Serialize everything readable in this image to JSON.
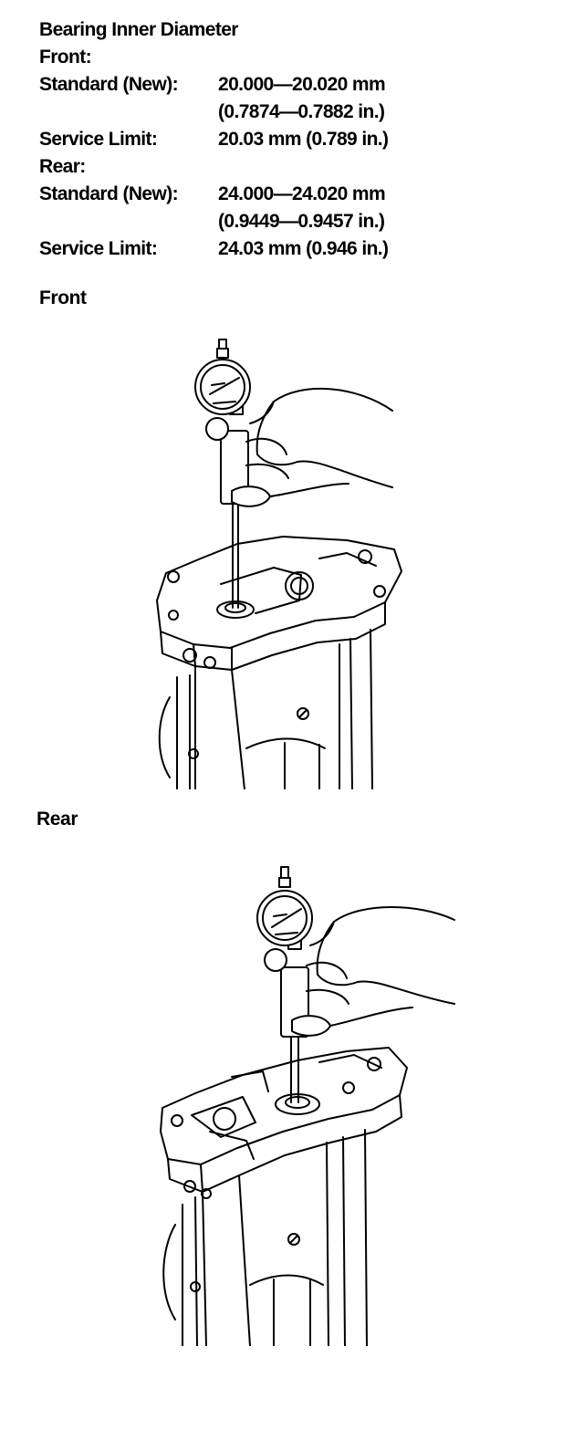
{
  "spec": {
    "title": "Bearing Inner Diameter",
    "front": {
      "heading": "Front:",
      "standard_label": "Standard (New):",
      "standard_value": "20.000—20.020 mm",
      "standard_value_in": "(0.7874—0.7882 in.)",
      "limit_label": "Service Limit:",
      "limit_value": "20.03 mm (0.789 in.)"
    },
    "rear": {
      "heading": "Rear:",
      "standard_label": "Standard (New):",
      "standard_value": "24.000—24.020 mm",
      "standard_value_in": "(0.9449—0.9457 in.)",
      "limit_label": "Service Limit:",
      "limit_value": "24.03 mm (0.946 in.)"
    }
  },
  "figures": {
    "front_label": "Front",
    "rear_label": "Rear"
  }
}
